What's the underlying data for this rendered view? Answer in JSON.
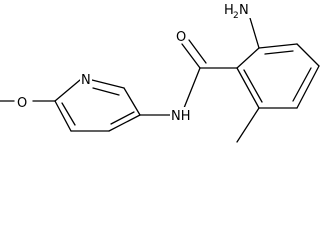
{
  "molecule": {
    "atom_labels": {
      "amino_n": "H",
      "amino_h_count": "2",
      "amino_n_suffix": "N",
      "carbonyl_o": "O",
      "amide_nh": "NH",
      "pyridine_n": "N",
      "methoxy_o": "O"
    }
  }
}
